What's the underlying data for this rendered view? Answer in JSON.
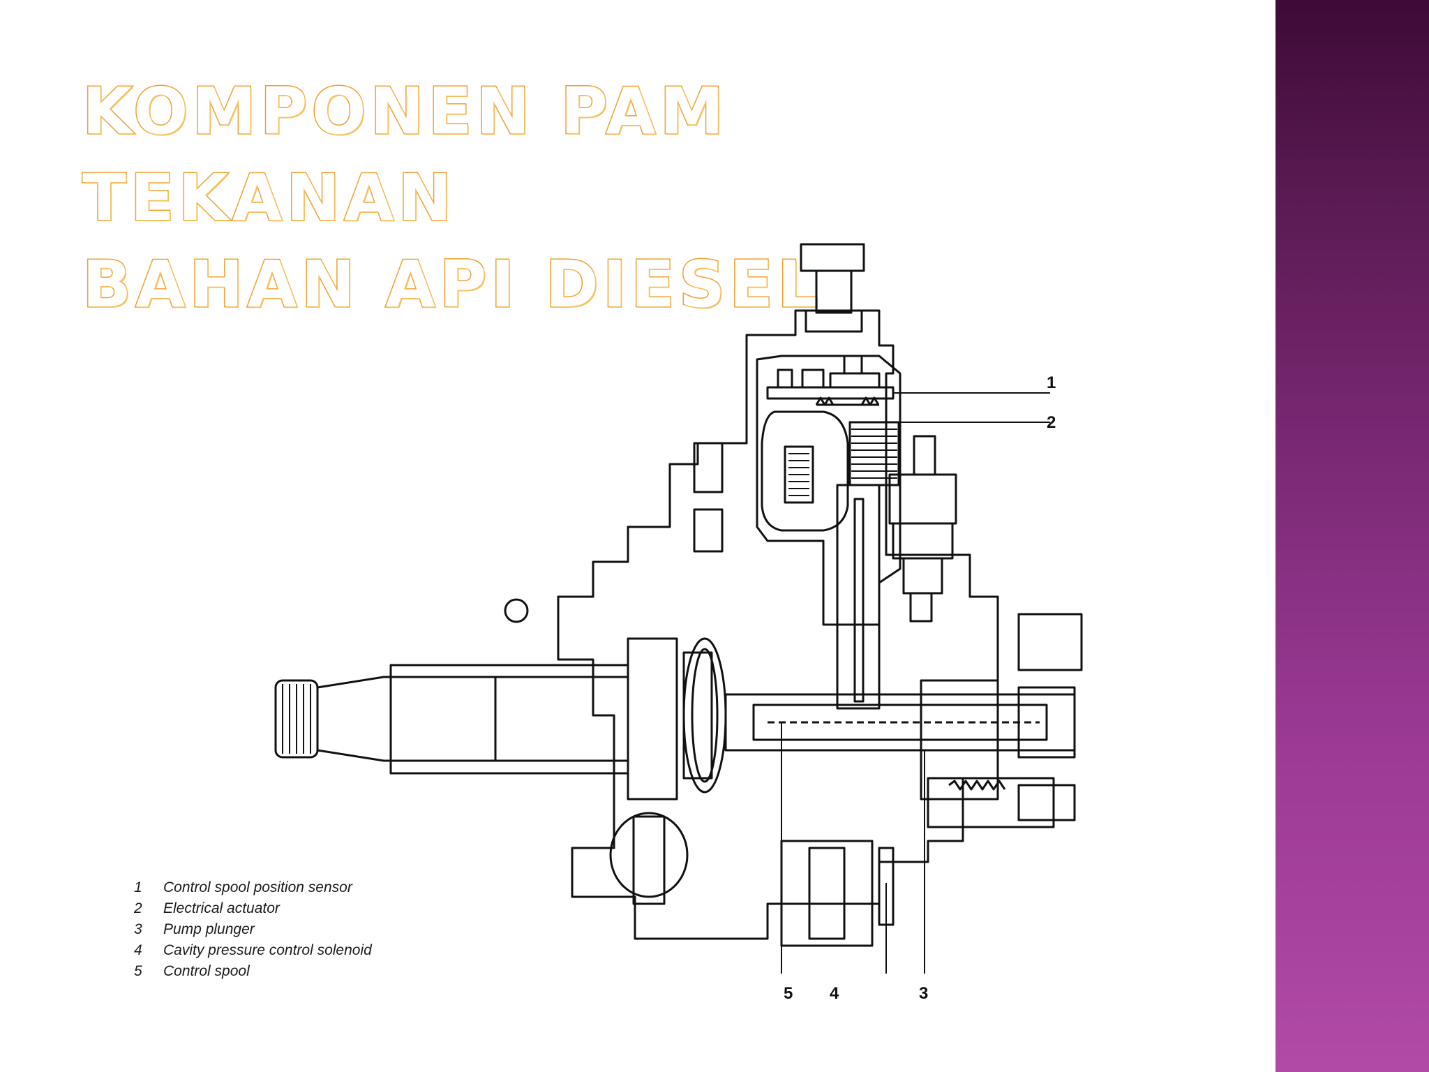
{
  "title": {
    "line1": "KOMPONEN PAM TEKANAN",
    "line2": "BAHAN API DIESEL"
  },
  "legend": [
    {
      "num": "1",
      "label": "Control spool position sensor"
    },
    {
      "num": "2",
      "label": "Electrical actuator"
    },
    {
      "num": "3",
      "label": "Pump plunger"
    },
    {
      "num": "4",
      "label": "Cavity pressure control solenoid"
    },
    {
      "num": "5",
      "label": "Control spool"
    }
  ],
  "callouts": {
    "c1": "1",
    "c2": "2",
    "c3": "3",
    "c4": "4",
    "c5": "5"
  },
  "colors": {
    "title_outline": "#f0a030",
    "sidebar_top": "#3d0a36",
    "sidebar_bottom": "#b04aa6",
    "drawing_line": "#111111"
  }
}
